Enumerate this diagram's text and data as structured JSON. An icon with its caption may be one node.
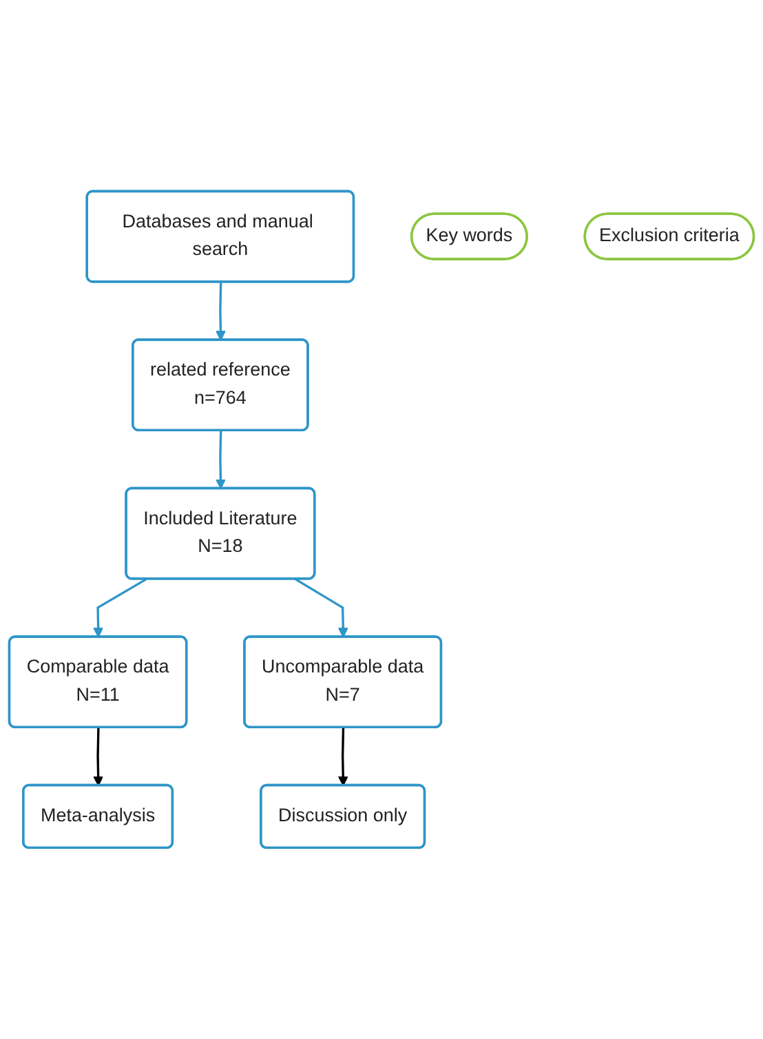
{
  "diagram": {
    "nodes": [
      {
        "text": [
          "Databases and manual search"
        ]
      },
      {
        "text": [
          "Key words"
        ]
      },
      {
        "text": [
          "related reference",
          "n=764"
        ]
      },
      {
        "text": [
          "Exclusion criteria"
        ]
      },
      {
        "text": [
          "Included Literature",
          "N=18"
        ]
      },
      {
        "text": [
          "Comparable data",
          "N=11"
        ]
      },
      {
        "text": [
          "Uncomparable data",
          "N=7"
        ]
      },
      {
        "text": [
          "Meta-analysis"
        ]
      },
      {
        "text": [
          "Discussion only"
        ]
      }
    ],
    "edges": [
      {
        "from": 0,
        "to": 2,
        "arrow": "to"
      },
      {
        "from": 2,
        "to": 4,
        "arrow": "to"
      },
      {
        "from": 4,
        "to": 5,
        "arrow": "to"
      },
      {
        "from": 4,
        "to": 6,
        "arrow": "to"
      },
      {
        "from": 5,
        "to": 7,
        "arrow": "to",
        "color": "#000000"
      },
      {
        "from": 6,
        "to": 8,
        "arrow": "to",
        "color": "#000000"
      }
    ]
  }
}
